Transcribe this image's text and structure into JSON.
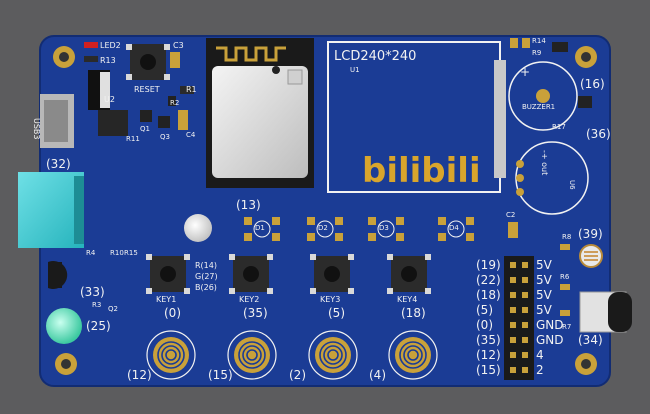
{
  "board": {
    "colors": {
      "pcb": "#1b3c95",
      "silk": "#f2f2f2",
      "pad": "#c9a13a",
      "bg": "#5c5c5e"
    },
    "labels": {
      "led2": "LED2",
      "r13": "R13",
      "c3": "C3",
      "reset": "RESET",
      "r1": "R1",
      "u2": "U2",
      "usb3": "USB3",
      "r2": "R2",
      "q1": "Q1",
      "r11": "R11",
      "q3": "Q3",
      "c4": "C4",
      "lcd": "LCD240*240",
      "u1": "U1",
      "bilibili": "bilibili",
      "r14": "R14",
      "r9": "R9",
      "buzzer": "BUZZER1",
      "r17": "R17",
      "u6": "U6",
      "u6_pin": "-+ out",
      "c2": "C2",
      "r8": "R8",
      "r6": "R6",
      "r7": "R7",
      "r4": "R4",
      "r10": "R10",
      "r15": "R15",
      "r3": "R3",
      "q2": "Q2",
      "rgb_r": "R(14)",
      "rgb_g": "G(27)",
      "rgb_b": "B(26)"
    },
    "leds": [
      {
        "label": "D1",
        "gpio": "(13)"
      },
      {
        "label": "D2",
        "gpio": ""
      },
      {
        "label": "D3",
        "gpio": ""
      },
      {
        "label": "D4",
        "gpio": ""
      }
    ],
    "keys": [
      {
        "label": "KEY1",
        "gpio": "(0)"
      },
      {
        "label": "KEY2",
        "gpio": "(35)"
      },
      {
        "label": "KEY3",
        "gpio": "(5)"
      },
      {
        "label": "KEY4",
        "gpio": "(18)"
      }
    ],
    "touch_pads": [
      {
        "gpio": "(12)"
      },
      {
        "gpio": "(15)"
      },
      {
        "gpio": "(2)"
      },
      {
        "gpio": "(4)"
      }
    ],
    "side_gpios": {
      "left_top": "(32)",
      "left_mid": "(33)",
      "left_bottom": "(25)",
      "buzzer": "(16)",
      "u6": "(36)",
      "ldr": "(39)",
      "ir": "(34)"
    },
    "header_left": [
      "(19)",
      "(22)",
      "(18)",
      "(5)",
      "(0)",
      "(35)",
      "(12)",
      "(15)"
    ],
    "header_right": [
      "5V",
      "5V",
      "5V",
      "5V",
      "GND",
      "GND",
      "4",
      "2"
    ]
  }
}
